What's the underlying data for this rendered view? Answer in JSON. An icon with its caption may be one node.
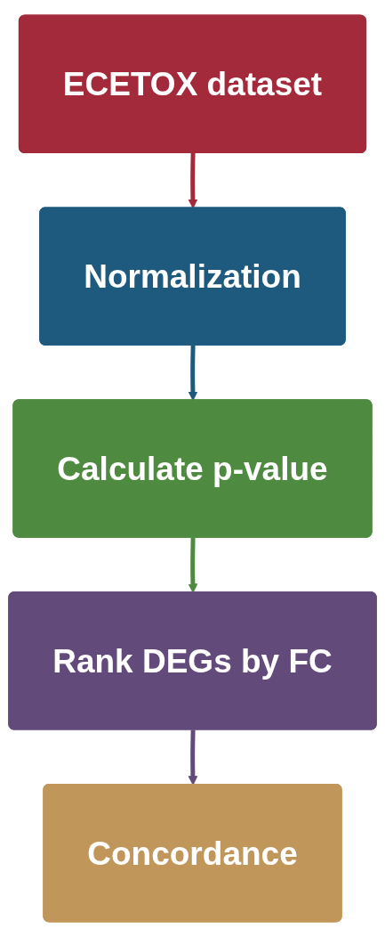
{
  "diagram": {
    "nodes": [
      {
        "text": [
          "ECETOX dataset"
        ]
      },
      {
        "text": [
          "Normalization"
        ]
      },
      {
        "text": [
          "Calculate p-value"
        ]
      },
      {
        "text": [
          "Rank DEGs by FC"
        ]
      },
      {
        "text": [
          "Concordance"
        ]
      }
    ],
    "edges": [
      {
        "from": 0,
        "to": 1,
        "arrow": "to",
        "color": "#a32a3a"
      },
      {
        "from": 1,
        "to": 2,
        "arrow": "to",
        "color": "#1e5a7e"
      },
      {
        "from": 2,
        "to": 3,
        "arrow": "to",
        "color": "#4f8a41"
      },
      {
        "from": 3,
        "to": 4,
        "arrow": "to",
        "color": "#624a7a"
      }
    ]
  }
}
